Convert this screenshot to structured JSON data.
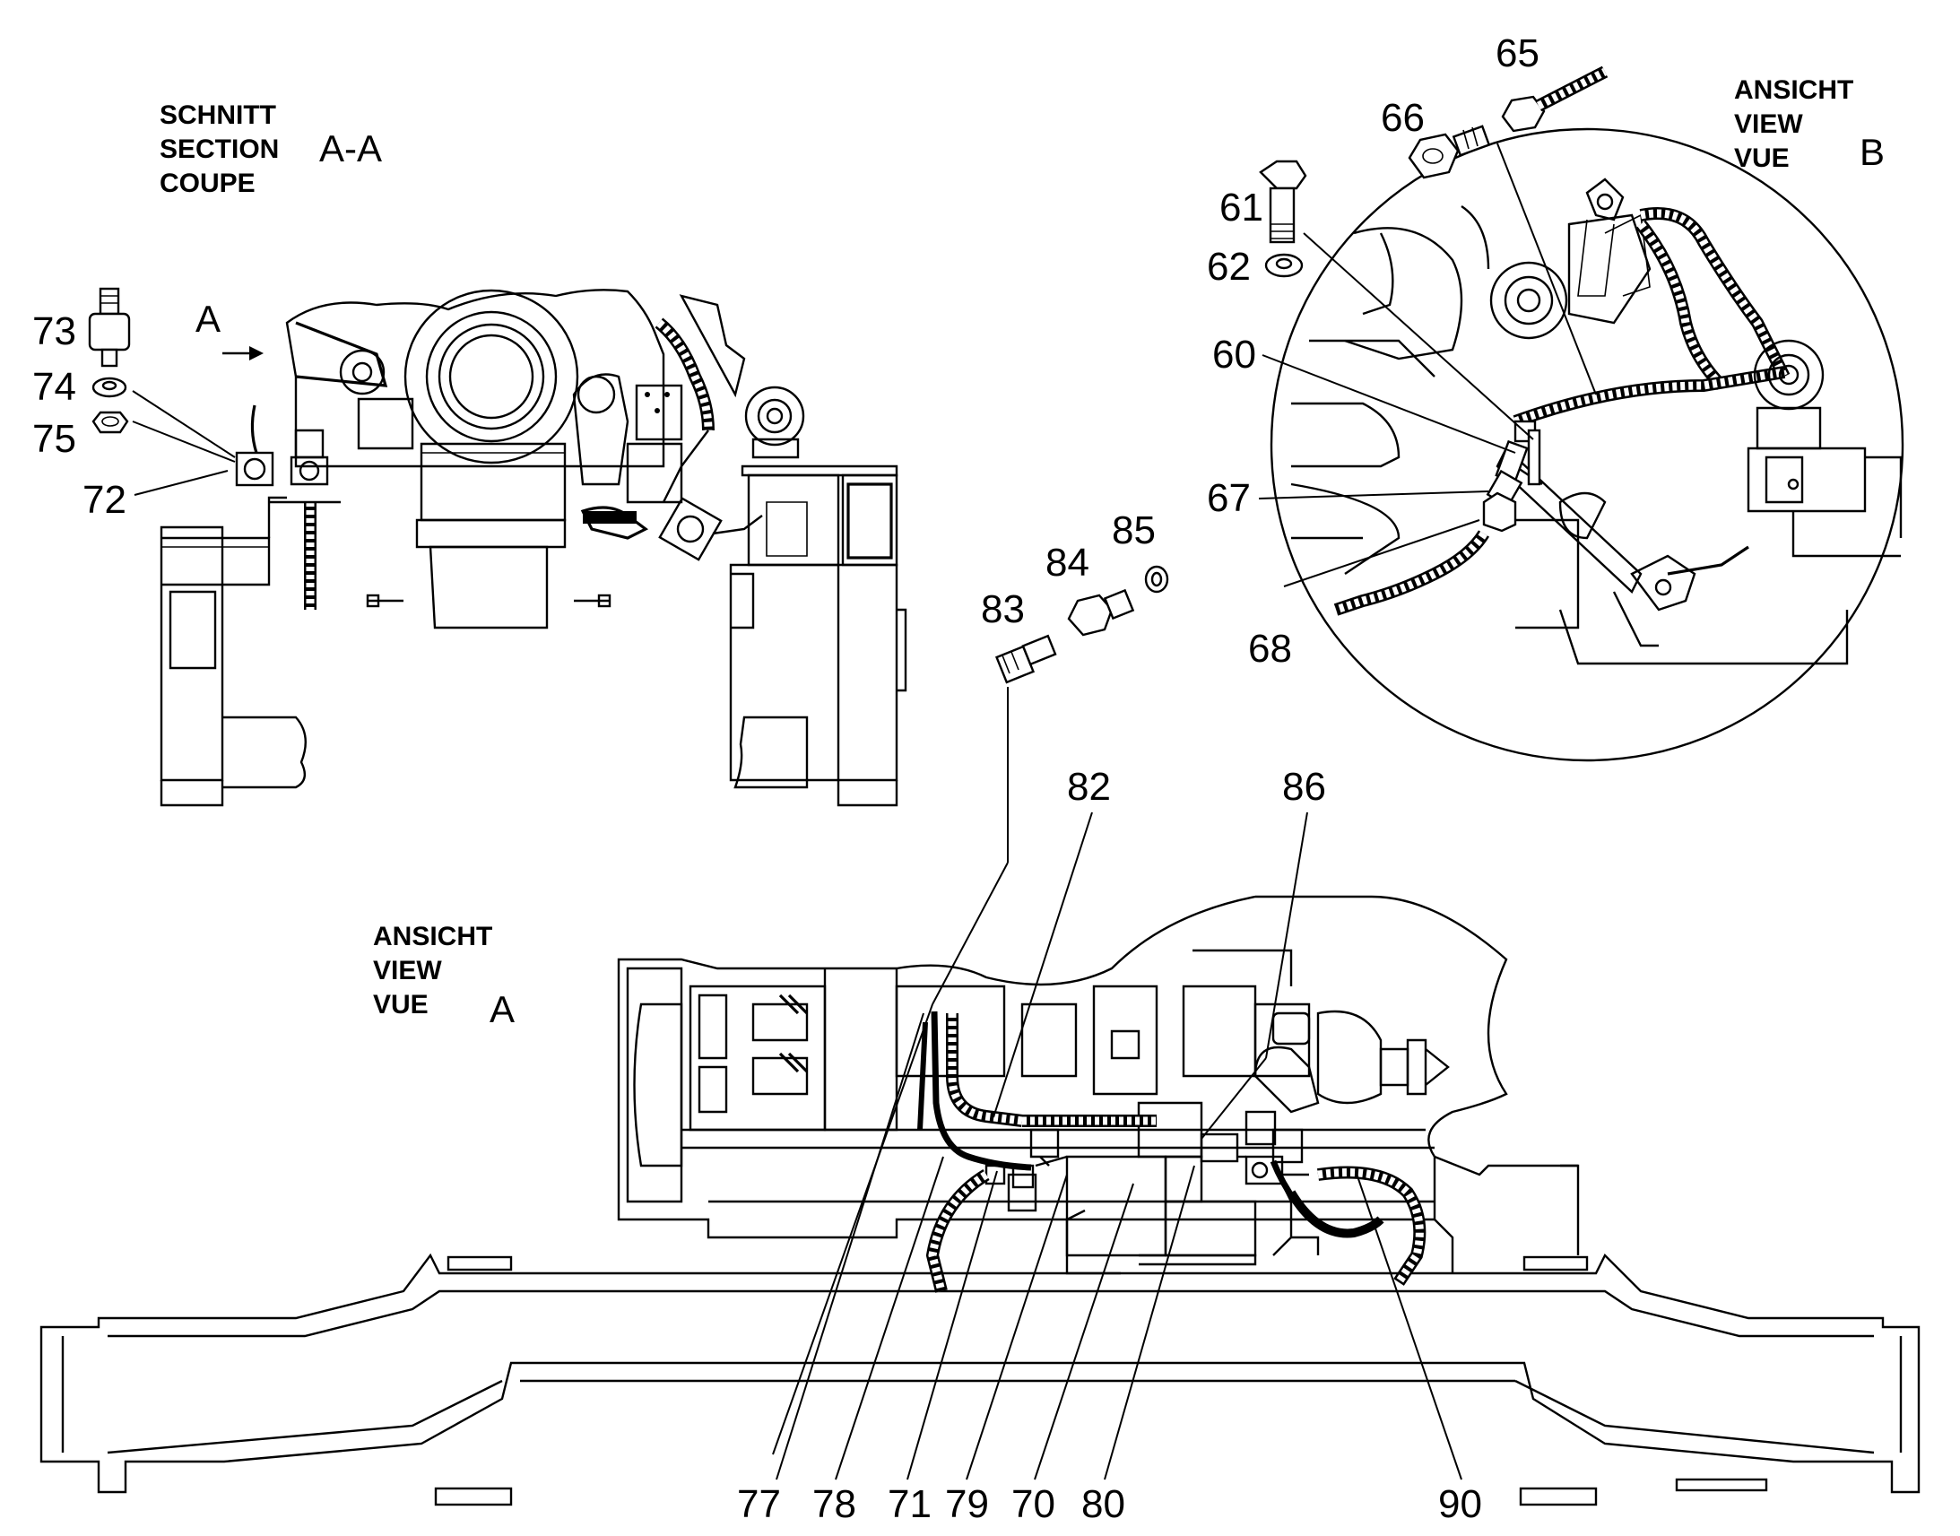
{
  "section_aa": {
    "line1": "SCHNITT",
    "line2": "SECTION",
    "line3": "COUPE",
    "designator": "A-A",
    "arrow_label": "A"
  },
  "view_b": {
    "line1": "ANSICHT",
    "line2": "VIEW",
    "line3": "VUE",
    "designator": "B"
  },
  "view_a": {
    "line1": "ANSICHT",
    "line2": "VIEW",
    "line3": "VUE",
    "designator": "A"
  },
  "callouts": {
    "c60": "60",
    "c61": "61",
    "c62": "62",
    "c65": "65",
    "c66": "66",
    "c67": "67",
    "c68": "68",
    "c70": "70",
    "c71": "71",
    "c72": "72",
    "c73": "73",
    "c74": "74",
    "c75": "75",
    "c77": "77",
    "c78": "78",
    "c79": "79",
    "c80": "80",
    "c82": "82",
    "c83": "83",
    "c84": "84",
    "c85": "85",
    "c86": "86",
    "c90": "90"
  }
}
